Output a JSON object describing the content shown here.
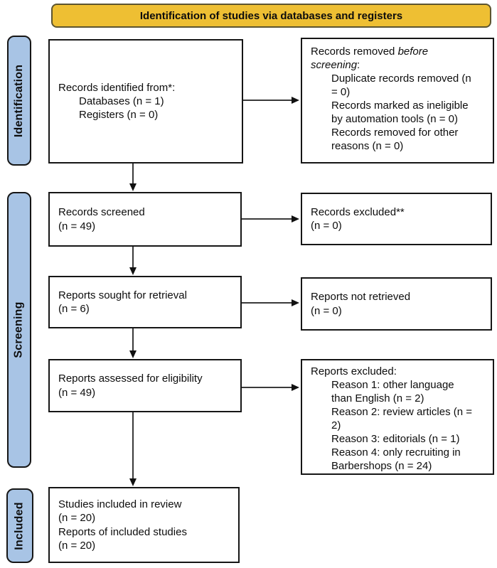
{
  "colors": {
    "banner_bg": "#eebf33",
    "banner_border": "#5c5430",
    "sidebar_bg": "#a8c4e5",
    "box_border": "#161616",
    "arrow_line": "#3a3a3a",
    "arrow_head": "#111111"
  },
  "banner": {
    "label": "Identification of studies via databases and registers"
  },
  "sidebar": {
    "identification": "Identification",
    "screening": "Screening",
    "included": "Included"
  },
  "boxes": {
    "records_identified": {
      "title": "Records identified from*:",
      "items": [
        "Databases (n = 1)",
        "Registers (n = 0)"
      ]
    },
    "records_removed": {
      "title_normal": "Records removed ",
      "title_italic": "before\nscreening",
      "title_end": ":",
      "items": [
        "Duplicate records removed (n\n= 0)",
        "Records marked as ineligible\nby automation tools (n = 0)",
        "Records removed for other\nreasons (n = 0)"
      ]
    },
    "records_screened": {
      "text": "Records screened\n(n = 49)"
    },
    "records_excluded": {
      "text": "Records excluded**\n(n = 0)"
    },
    "reports_sought": {
      "text": "Reports sought for retrieval\n(n = 6)"
    },
    "reports_not_retrieved": {
      "text": "Reports not retrieved\n(n = 0)"
    },
    "reports_assessed": {
      "text": "Reports assessed for eligibility\n(n = 49)"
    },
    "reports_excluded": {
      "title": "Reports excluded:",
      "items": [
        "Reason 1: other language\nthan English (n = 2)",
        "Reason 2: review articles (n =\n2)",
        "Reason 3: editorials (n = 1)",
        "Reason 4: only recruiting in\nBarbershops (n = 24)"
      ]
    },
    "studies_included": {
      "text": "Studies included in review\n(n = 20)\nReports of included studies\n(n = 20)"
    }
  }
}
